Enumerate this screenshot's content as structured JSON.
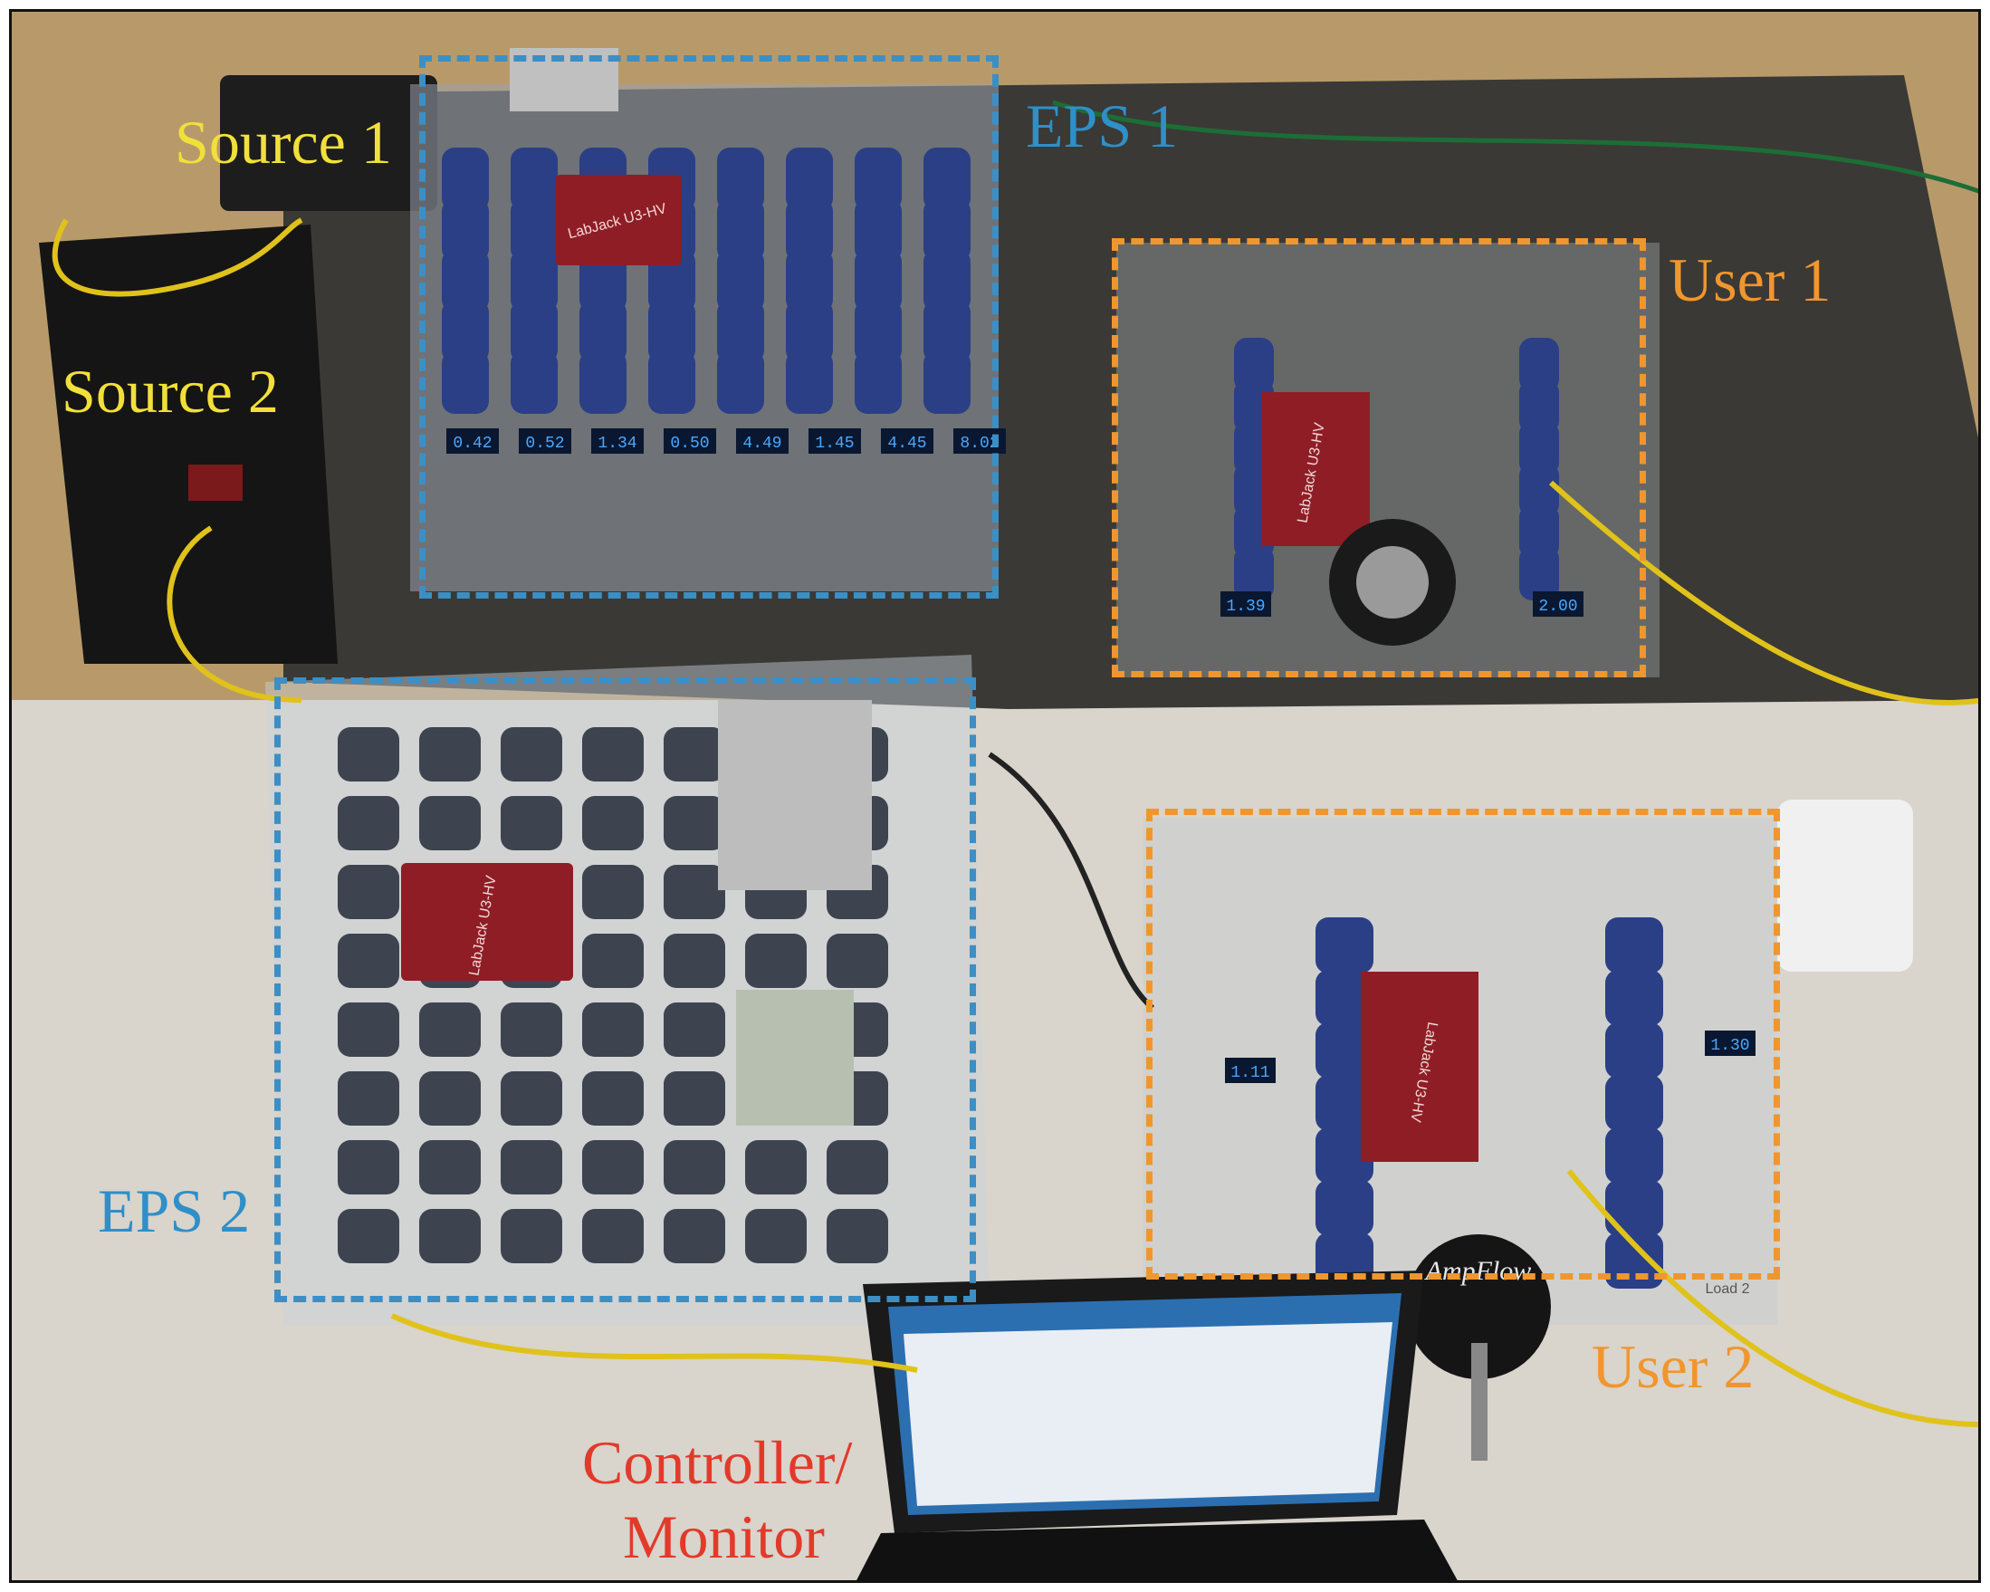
{
  "labels": {
    "source_1": "Source 1",
    "source_2": "Source 2",
    "eps_1": "EPS 1",
    "eps_2": "EPS 2",
    "user_1": "User 1",
    "user_2": "User 2",
    "controller_line1": "Controller/",
    "controller_line2": "Monitor"
  },
  "panel_readouts": {
    "eps1_displays": [
      "0.42",
      "0.52",
      "1.34",
      "0.50",
      "4.49",
      "1.45",
      "4.45",
      "8.02"
    ],
    "user1_left": "1.39",
    "user1_right": "2.00",
    "user2_left": "1.11",
    "user2_right": "1.30"
  },
  "device_labels": {
    "daq_model": "LabJack U3-HV",
    "motor_brand": "AmpFlow",
    "board_note": "Load 2"
  },
  "colors": {
    "source_label": "#f2e03a",
    "eps_label": "#2f8fc8",
    "user_label": "#f0962e",
    "controller_label": "#e23a2a",
    "eps_box": "#3c8fc4",
    "user_box": "#f0962e"
  }
}
